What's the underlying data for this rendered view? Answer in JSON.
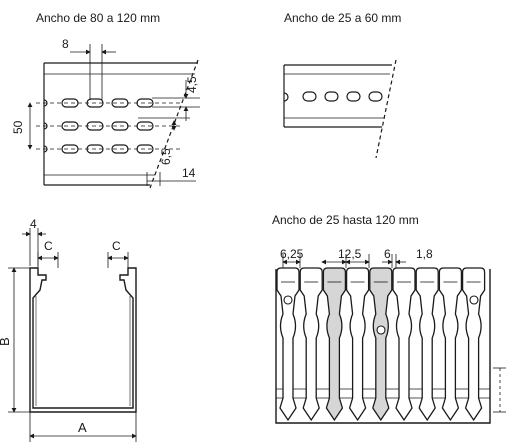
{
  "captions": {
    "wide": "Ancho de 80 a 120 mm",
    "narrow": "Ancho de 25 a 60 mm",
    "comb": "Ancho de 25 hasta 120 mm"
  },
  "wide_dims": {
    "pitch": "8",
    "spacing": "50",
    "slot_height": "4,5",
    "slot_offset": "6,5",
    "edge": "14"
  },
  "profile_dims": {
    "wall": "4",
    "c_left": "C",
    "c_right": "C",
    "height": "B",
    "width": "A"
  },
  "comb_dims": {
    "finger_width": "6,25",
    "pitch": "12,5",
    "gap": "6",
    "rib": "1,8"
  },
  "colors": {
    "background": "#ffffff",
    "line": "#1a1a1a",
    "shade": "#d6d6d6"
  }
}
